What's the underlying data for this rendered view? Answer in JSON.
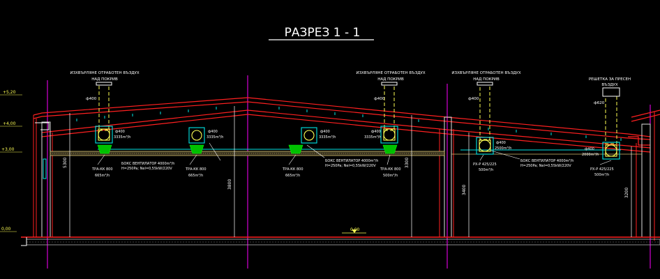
{
  "drawing": {
    "title": "РАЗРЕЗ  1 - 1",
    "zero_mark": "0,00",
    "levels": {
      "left_top": "+5,20",
      "left_mid": "+4,00",
      "left_low": "+3,00",
      "left_floor": "0,00"
    },
    "exhaust_labels": {
      "a_line1": "ИЗХВЪРЛЯНЕ ОТРАБОТЕН ВЪЗДУХ",
      "a_line2": "НАД ПОКРИВ",
      "b_line1": "ИЗХВЪРЛЯНЕ ОТРАБОТЕН ВЪЗДУХ",
      "b_line2": "НАД ПОКРИВ",
      "c_line1": "ИЗХВЪРЛЯНЕ ОТРАБОТЕН ВЪЗДУХ",
      "c_line2": "НАД ПОКРИВ",
      "d_line1": "РЕШЕТКА ЗА ПРЕСЕН",
      "d_line2": "ВЪЗДУХ"
    },
    "duct_tags": {
      "d1": "ф400",
      "d2": "ф400",
      "d3": "ф400",
      "d4": "ф620"
    },
    "units": {
      "u1_d": "ф400",
      "u1_f": "3335m³/h",
      "u2_d": "ф400",
      "u2_f": "3335m³/h",
      "u3_d": "ф400",
      "u3_f": "3335m³/h",
      "u4_d": "ф400",
      "u4_f": "3335m³/h",
      "u5_d": "ф400",
      "u5_f": "2500m³/h",
      "u6_d": "ф400",
      "u6_f": "2000m³/h"
    },
    "fan_notes": {
      "f1_line1": "БОКС ВЕНТИЛАТОР 4000m³/h",
      "f1_line2": "H=250Pa; Nel=0,55kW/220V",
      "f2_line1": "БОКС ВЕНТИЛАТОР 4000m³/h",
      "f2_line2": "H=250Pa; Nel=0,55kW/220V",
      "f3_line1": "БОКС ВЕНТИЛАТОР 4000m³/h",
      "f3_line2": "H=250Pa; Nel=0,55kW/220V"
    },
    "diffusers": {
      "t1_line1": "ТРА-КК 800",
      "t1_line2": "665m³/h",
      "t2_line1": "ТРА-КК 800",
      "t2_line2": "665m³/h",
      "t3_line1": "ТРА-КК 800",
      "t3_line2": "665m³/h",
      "t4_line1": "ТРА-КК 800",
      "t4_line2": "500m³/h",
      "t5_line1": "РХ-Р 425/225",
      "t5_line2": "500m³/h",
      "t6_line1": "РХ-Р 425/225",
      "t6_line2": "500m³/h"
    },
    "dimensions": {
      "h1": "5300",
      "h2": "3800",
      "h3": "3300",
      "h4": "3400",
      "h5": "3200"
    },
    "colors": {
      "background": "#000000",
      "structure": "#ff2020",
      "axis": "#ff00ff",
      "duct": "#ffff55",
      "equipment": "#00e5e5",
      "diffuser": "#00c000",
      "ceiling": "#d8c070",
      "text": "#ffffff"
    }
  }
}
